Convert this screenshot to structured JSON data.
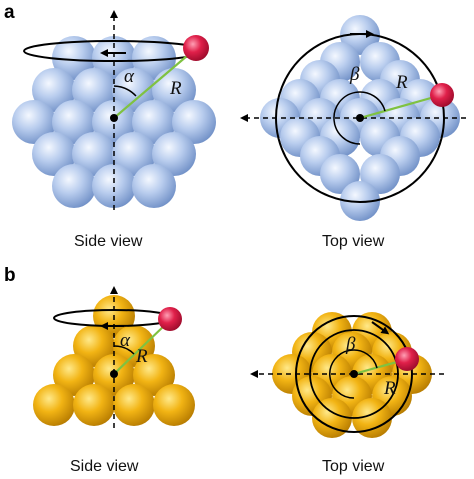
{
  "panels": [
    {
      "letter": "a",
      "side": {
        "caption": "Side view",
        "angle_label": "α",
        "radius_label": "R"
      },
      "top": {
        "caption": "Top view",
        "angle_label": "β",
        "radius_label": "R"
      }
    },
    {
      "letter": "b",
      "side": {
        "caption": "Side view",
        "angle_label": "α",
        "radius_label": "R"
      },
      "top": {
        "caption": "Top view",
        "angle_label": "β",
        "radius_label": "R"
      }
    }
  ],
  "colors": {
    "cluster_a": "#b9cdee",
    "cluster_b": "#f2b414",
    "adatom": "#e0204a",
    "radius_line": "#7fc241",
    "axis": "#000000"
  },
  "icons": [
    "sphere-cluster",
    "adatom-sphere",
    "rotation-arrow",
    "dashed-axis"
  ]
}
